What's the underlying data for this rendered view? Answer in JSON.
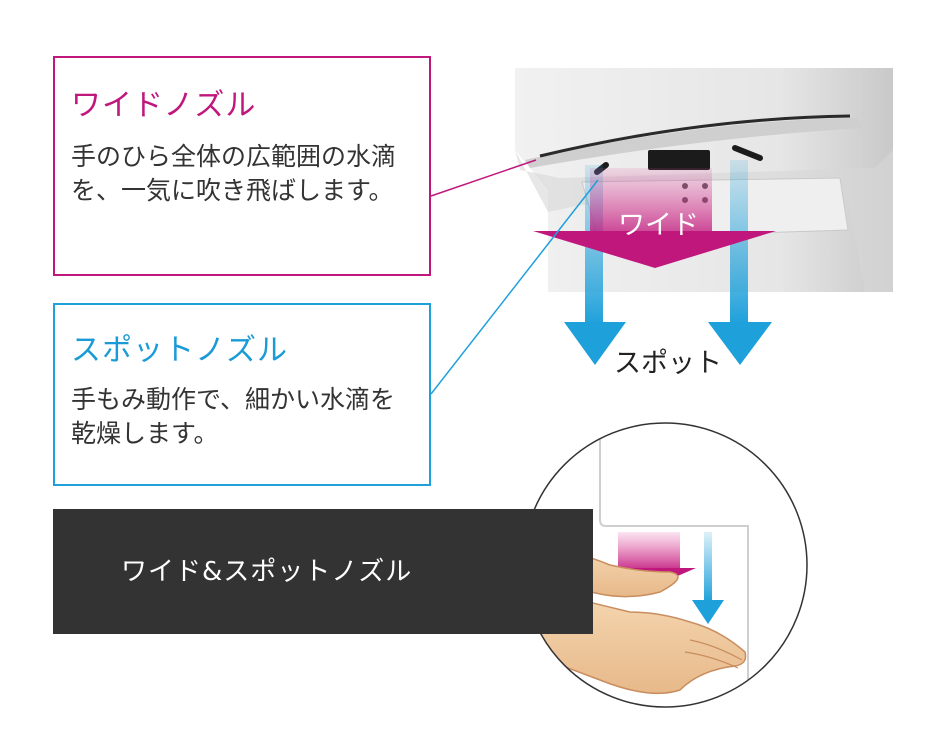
{
  "wide_nozzle": {
    "title": "ワイドノズル",
    "description": "手のひら全体の広範囲の水滴を、一気に吹き飛ばします。",
    "diagram_label": "ワイド"
  },
  "spot_nozzle": {
    "title": "スポットノズル",
    "description": "手もみ動作で、細かい水滴を乾燥します。",
    "diagram_label": "スポット"
  },
  "banner": {
    "label": "ワイド&スポットノズル"
  },
  "colors": {
    "wide": "#c0177c",
    "spot": "#1ea0da",
    "banner": "#333333"
  },
  "icons": [
    "hand-dryer-illustration",
    "wide-airflow-arrow",
    "spot-airflow-arrow",
    "hands-illustration"
  ]
}
